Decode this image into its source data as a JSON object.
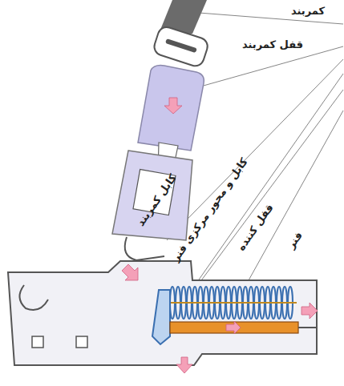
{
  "diagram": {
    "labels": [
      "کمربند",
      "قفل کمربند",
      "کابل کمربند",
      "کابل و محور مرکزی فنر",
      "قفل کننده",
      "فنر"
    ]
  }
}
